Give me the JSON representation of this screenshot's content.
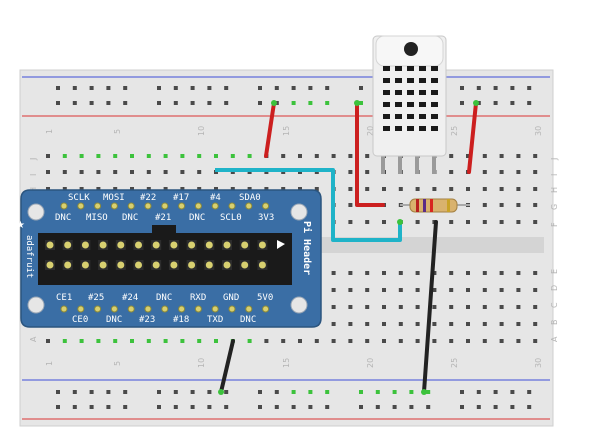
{
  "breadboard": {
    "column_numbers": [
      "1",
      "5",
      "10",
      "15",
      "20",
      "25",
      "30"
    ],
    "row_letters_top": [
      "J",
      "I",
      "H",
      "G",
      "F"
    ],
    "row_letters_bottom": [
      "E",
      "D",
      "C",
      "B",
      "A"
    ]
  },
  "cobbler": {
    "brand": "adafruit",
    "title": "Pi Header",
    "top_labels": [
      "SCLK",
      "MOSI",
      "#22",
      "#17",
      "#4",
      "SDA0"
    ],
    "top_labels_row2": [
      "DNC",
      "MISO",
      "DNC",
      "#21",
      "DNC",
      "SCL0",
      "3V3"
    ],
    "bottom_labels": [
      "CE1",
      "#25",
      "#24",
      "DNC",
      "RXD",
      "GND",
      "5V0"
    ],
    "bottom_labels_row2": [
      "CE0",
      "DNC",
      "#23",
      "#18",
      "TXD",
      "DNC"
    ]
  },
  "colors": {
    "board": "#e6e6e6",
    "hole": "#4a4a4a",
    "hole_green": "#3cc23c",
    "rail_blue": "#3f4fd8",
    "rail_red": "#d93434",
    "pcb": "#3a6ea5",
    "pcb_edge": "#2b557f",
    "header": "#1a1a1a",
    "pin": "#d8d070",
    "wire_red": "#cc1f1f",
    "wire_black": "#222222",
    "wire_blue": "#1fb3c8",
    "sensor_body": "#f0f0f0"
  }
}
